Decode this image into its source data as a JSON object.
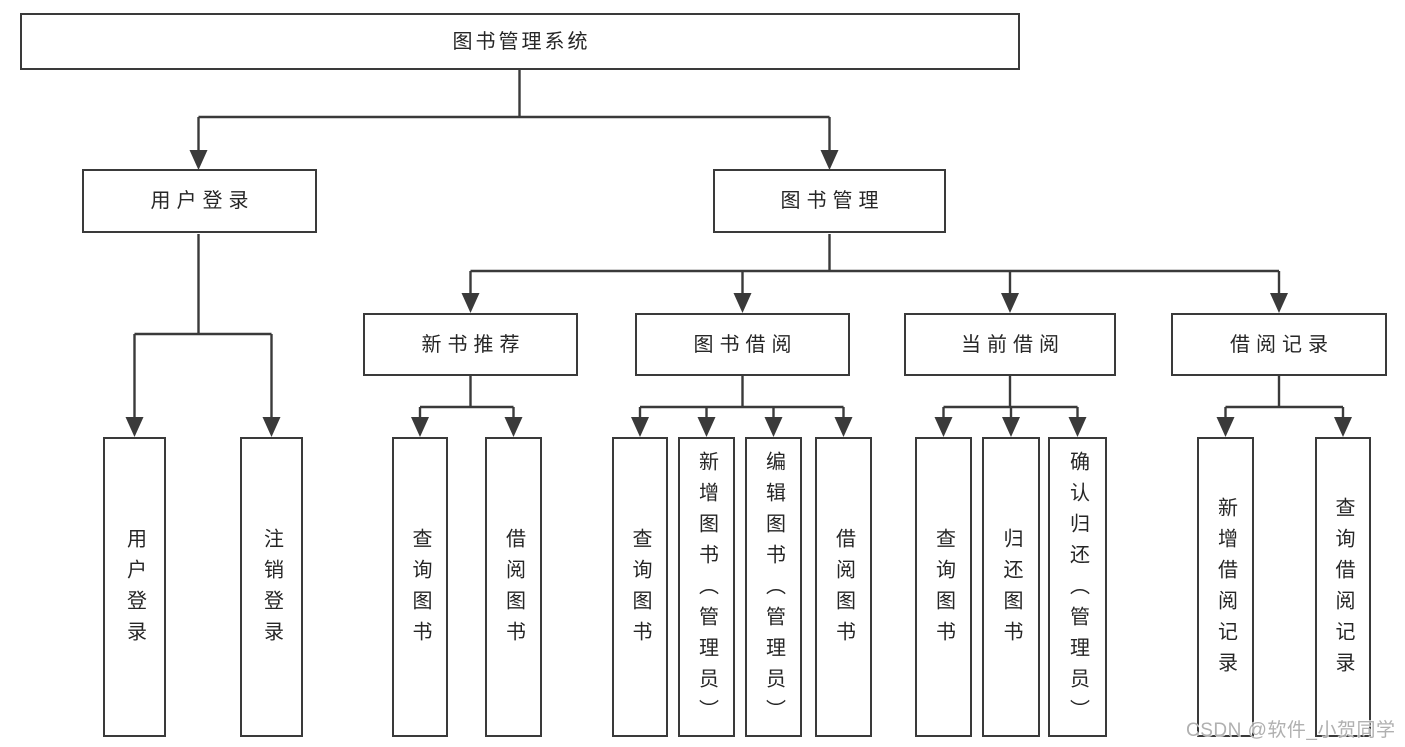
{
  "colors": {
    "line": "#3a3a3a",
    "text": "#262626",
    "box_bg": "#ffffff",
    "page_bg": "#ffffff",
    "watermark": "#b0b0b0"
  },
  "watermark": {
    "text": "CSDN @软件_小贺同学"
  },
  "tree": {
    "label": "图书管理系统",
    "children": [
      {
        "label": "用户登录",
        "children": [
          {
            "label": "用户登录"
          },
          {
            "label": "注销登录"
          }
        ]
      },
      {
        "label": "图书管理",
        "children": [
          {
            "label": "新书推荐",
            "children": [
              {
                "label": "查询图书"
              },
              {
                "label": "借阅图书"
              }
            ]
          },
          {
            "label": "图书借阅",
            "children": [
              {
                "label": "查询图书"
              },
              {
                "label": "新增图书（管理员）"
              },
              {
                "label": "编辑图书（管理员）"
              },
              {
                "label": "借阅图书"
              }
            ]
          },
          {
            "label": "当前借阅",
            "children": [
              {
                "label": "查询图书"
              },
              {
                "label": "归还图书"
              },
              {
                "label": "确认归还（管理员）"
              }
            ]
          },
          {
            "label": "借阅记录",
            "children": [
              {
                "label": "新增借阅记录"
              },
              {
                "label": "查询借阅记录"
              }
            ]
          }
        ]
      }
    ]
  }
}
